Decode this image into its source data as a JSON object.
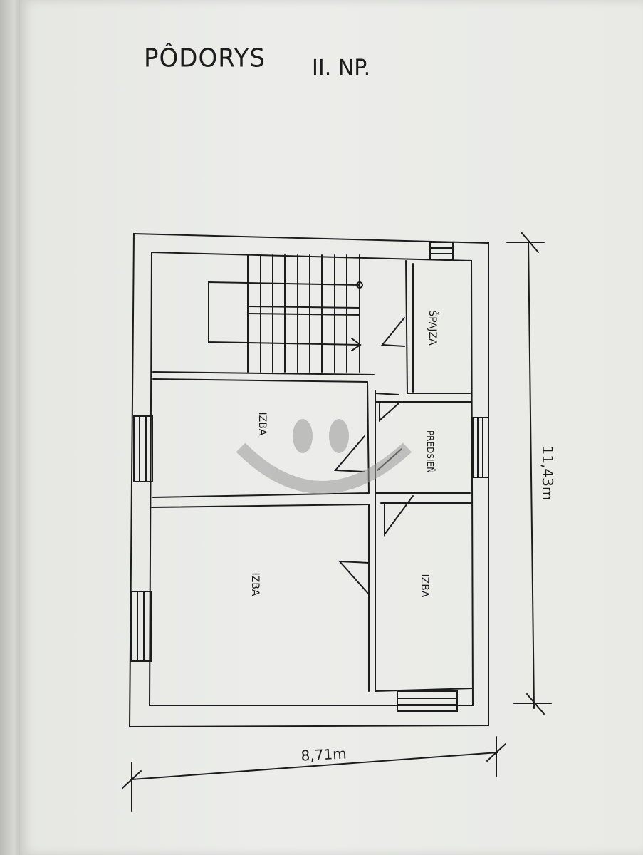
{
  "header": {
    "title": "PÔDORYS",
    "floor": "II. NP."
  },
  "rooms": {
    "spajza": "ŠPAJZA",
    "predsien": "PREDSIEŇ",
    "izba_top": "IZBA",
    "izba_bottom_left": "IZBA",
    "izba_bottom_right": "IZBA"
  },
  "dimensions": {
    "width": "8,71m",
    "length": "11,43m"
  },
  "colors": {
    "ink": "#1c1c1c",
    "paper": "#ecedea",
    "watermark": "#9a9a9a"
  }
}
